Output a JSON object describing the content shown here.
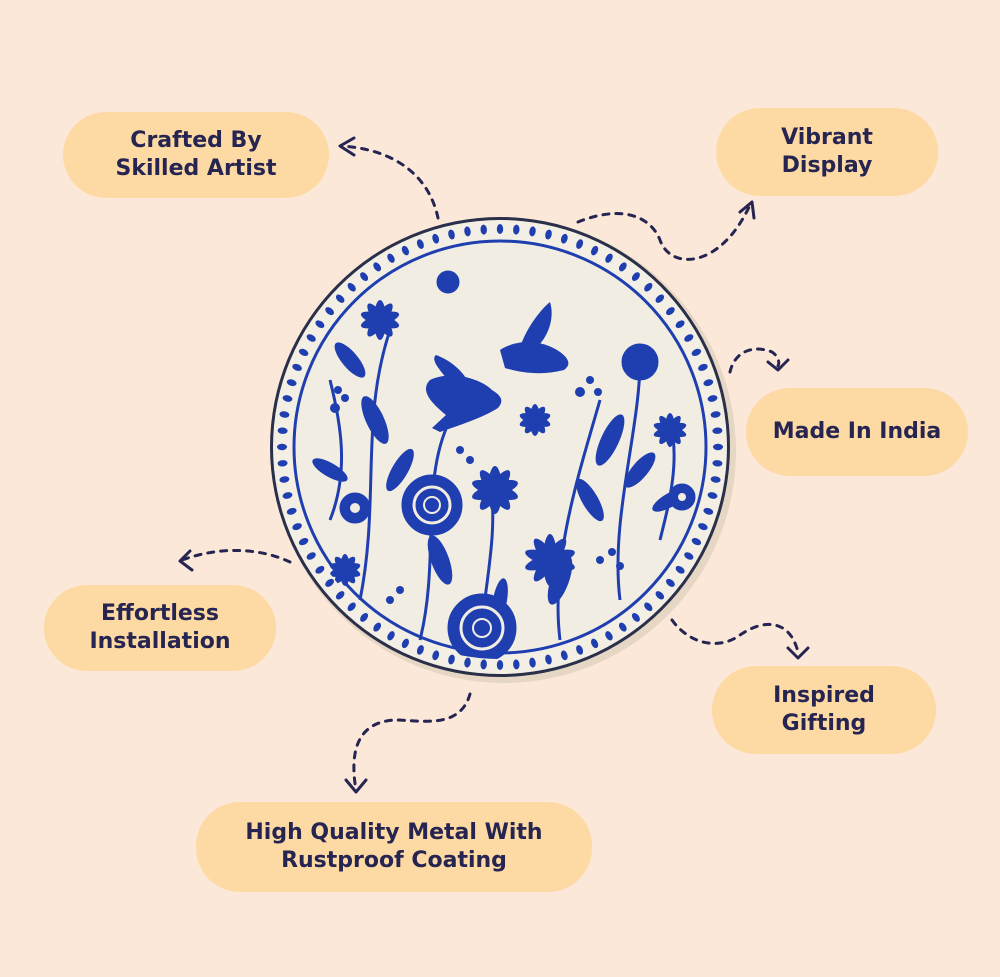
{
  "features": {
    "crafted": {
      "lines": [
        "Crafted By",
        "Skilled Artist"
      ]
    },
    "vibrant": {
      "lines": [
        "Vibrant",
        "Display"
      ]
    },
    "india": {
      "lines": [
        "Made In India"
      ]
    },
    "installation": {
      "lines": [
        "Effortless",
        "Installation"
      ]
    },
    "gifting": {
      "lines": [
        "Inspired",
        "Gifting"
      ]
    },
    "metal": {
      "lines": [
        "High Quality Metal With",
        "Rustproof Coating"
      ]
    }
  },
  "colors": {
    "background": "#fbe8d8",
    "pill": "#fdd9a3",
    "text": "#262552",
    "plate": "#f3efe4",
    "pattern": "#1f3fb0",
    "rim": "#2a2f4a"
  },
  "icons": {
    "plate": "floral-bird-plate",
    "arrow": "dashed-arrow-icon"
  }
}
